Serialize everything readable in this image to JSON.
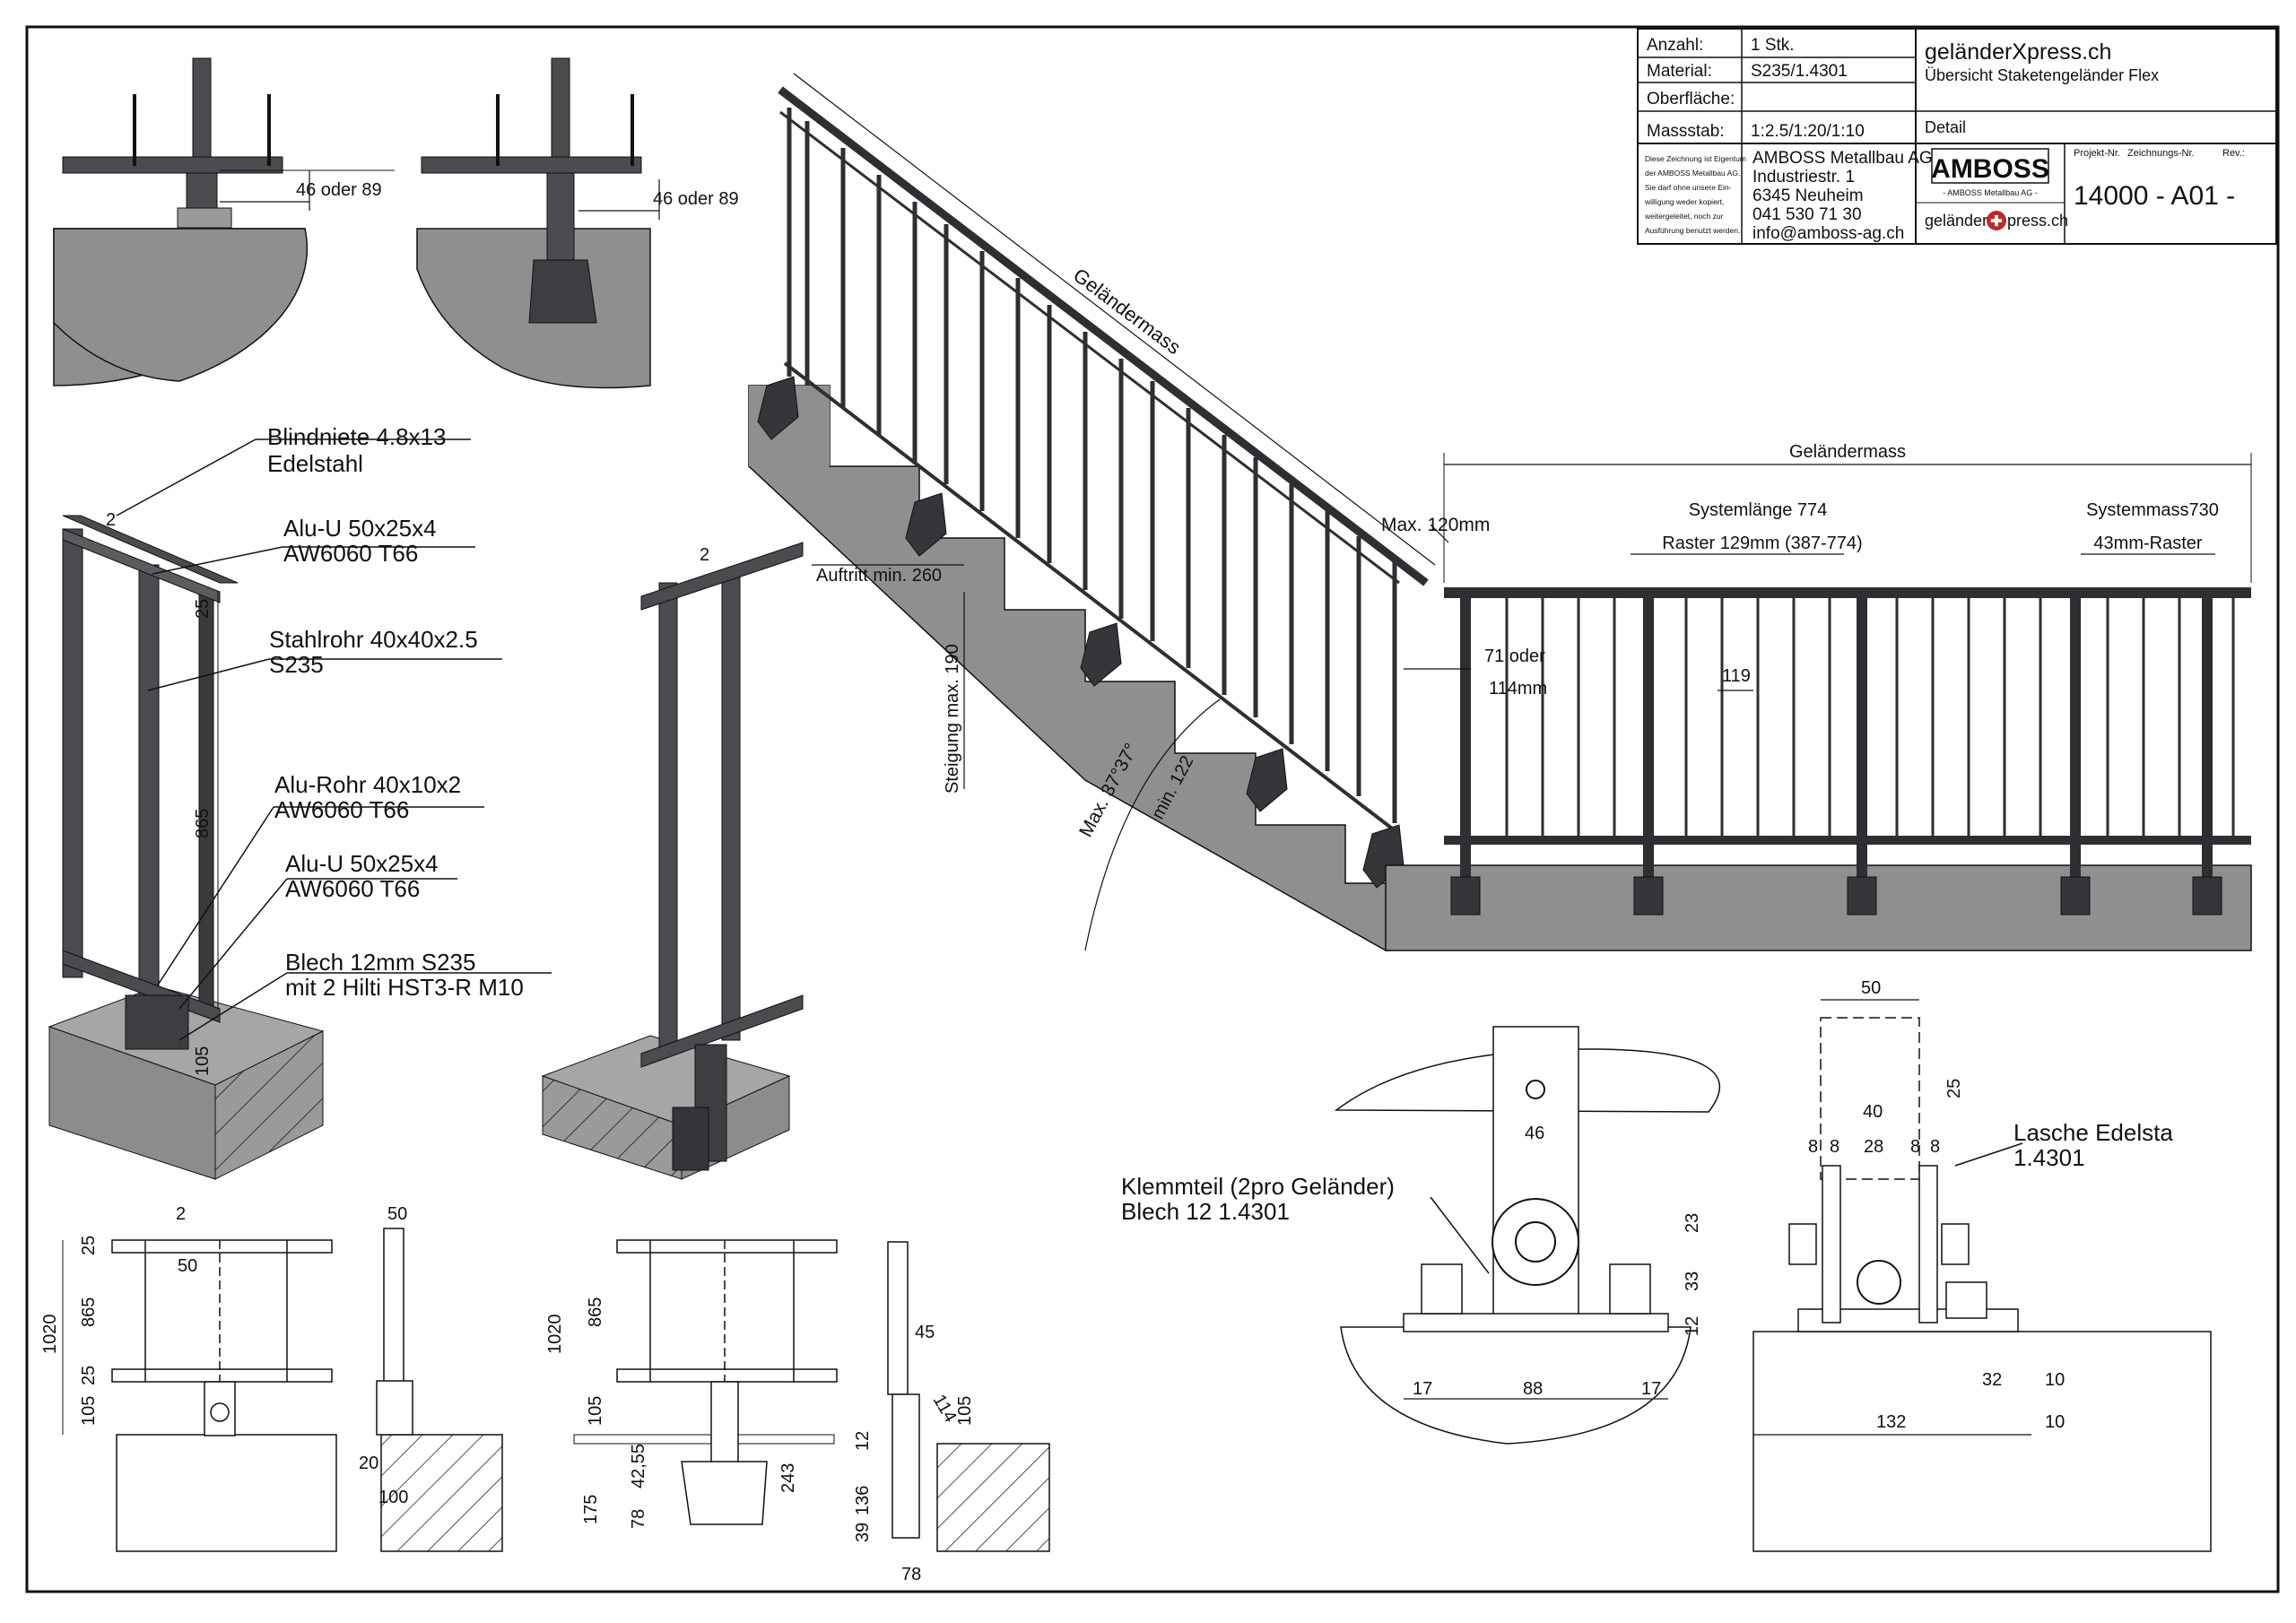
{
  "colors": {
    "steel": "#4b4b50",
    "steel_dark": "#2f2f33",
    "concrete": "#8f8f8f",
    "concrete_light": "#a3a3a3",
    "line": "#111111",
    "paper": "#ffffff",
    "logo_red": "#c0282d"
  },
  "title_block": {
    "anzahl_label": "Anzahl:",
    "anzahl_value": "1 Stk.",
    "material_label": "Material:",
    "material_value": "S235/1.4301",
    "oberflaeche_label": "Oberfläche:",
    "massstab_label": "Massstab:",
    "massstab_value": "1:2.5/1:20/1:10",
    "notice_lines": [
      "Diese Zeichnung ist Eigentum",
      "der AMBOSS Metallbau AG.",
      "Sie darf ohne unsere Ein-",
      "willigung weder kopiert,",
      "weitergeleitet, noch zur",
      "Ausführung benutzt werden."
    ],
    "company_name": "AMBOSS Metallbau AG",
    "company_street": "Industriestr. 1",
    "company_city": "6345 Neuheim",
    "company_phone": "041 530 71 30",
    "company_email": "info@amboss-ag.ch",
    "brand_title": "geländerXpress.ch",
    "drawing_subtitle": "Übersicht Staketengeländer Flex",
    "detail_label": "Detail",
    "logo_text": "AMBOSS",
    "logo_subtext": "- AMBOSS Metallbau AG -",
    "logo2_left": "geländer",
    "logo2_right": "press.ch",
    "projekt_label": "Projekt-Nr.",
    "zeichnung_label": "Zeichnungs-Nr.",
    "rev_label": "Rev.:",
    "drawing_number": "14000 - A01 -"
  },
  "labels": {
    "blindniete_1": "Blindniete 4.8x13",
    "blindniete_2": "Edelstahl",
    "aluu_top_1": "Alu-U 50x25x4",
    "aluu_top_2": "AW6060 T66",
    "stahlrohr_1": "Stahlrohr 40x40x2.5",
    "stahlrohr_2": "S235",
    "alurohr_1": "Alu-Rohr 40x10x2",
    "alurohr_2": "AW6060 T66",
    "aluu_bot_1": "Alu-U 50x25x4",
    "aluu_bot_2": "AW6060 T66",
    "blech_1": "Blech 12mm S235",
    "blech_2": "mit 2 Hilti HST3-R M10",
    "klemmteil_1": "Klemmteil (2pro Geländer)",
    "klemmteil_2": "Blech 12 1.4301",
    "lasche_1": "Lasche Edelsta",
    "lasche_2": "1.4301"
  },
  "dims": {
    "d46_89_a": "46 oder 89",
    "d46_89_b": "46 oder 89",
    "gelaendermass_stair": "Geländermass",
    "gelaendermass_flat": "Geländermass",
    "max120": "Max. 120mm",
    "systemlaenge": "Systemlänge 774",
    "systemmass": "Systemmass730",
    "raster129": "Raster 129mm (387-774)",
    "raster43": "43mm-Raster",
    "d71": "71 oder",
    "d114": "114mm",
    "d119": "119",
    "auftritt": "Auftritt min. 260",
    "steigung": "Steigung max. 190",
    "angle": "Max. 37°37°",
    "min122": "min. 122",
    "d865_iso": "865",
    "d25_iso": "25",
    "d105_iso": "105",
    "d2": "2",
    "d1020": "1020",
    "d865": "865",
    "d25": "25",
    "d105": "105",
    "d50": "50",
    "d20": "20",
    "d100": "100",
    "d175": "175",
    "d78": "78",
    "d4255": "42,55",
    "d243": "243",
    "d45": "45",
    "d114b": "114",
    "d12": "12",
    "d136": "136",
    "d39": "39",
    "c50": "50",
    "c25": "25",
    "c40": "40",
    "c46": "46",
    "c8": "8",
    "c28": "28",
    "c23": "23",
    "c33": "33",
    "c12": "12",
    "c17": "17",
    "c88": "88",
    "c32": "32",
    "c10": "10",
    "c132": "132"
  }
}
